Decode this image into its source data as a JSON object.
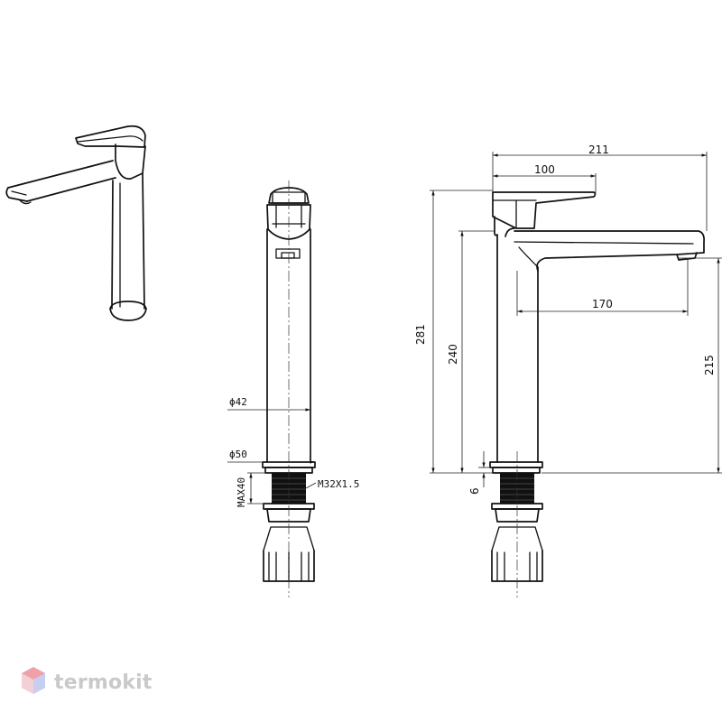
{
  "dimensions": {
    "overall_length": "211",
    "lever_length": "100",
    "spout_reach": "170",
    "overall_height": "281",
    "body_height": "240",
    "spout_height": "215",
    "base_offset": "6",
    "body_diameter": "ϕ42",
    "base_diameter": "ϕ50",
    "max_counter_thickness": "MAX40",
    "thread_size": "M32X1.5"
  },
  "logo": {
    "wordmark": "termokit",
    "icon": "termokit-cube-icon"
  }
}
